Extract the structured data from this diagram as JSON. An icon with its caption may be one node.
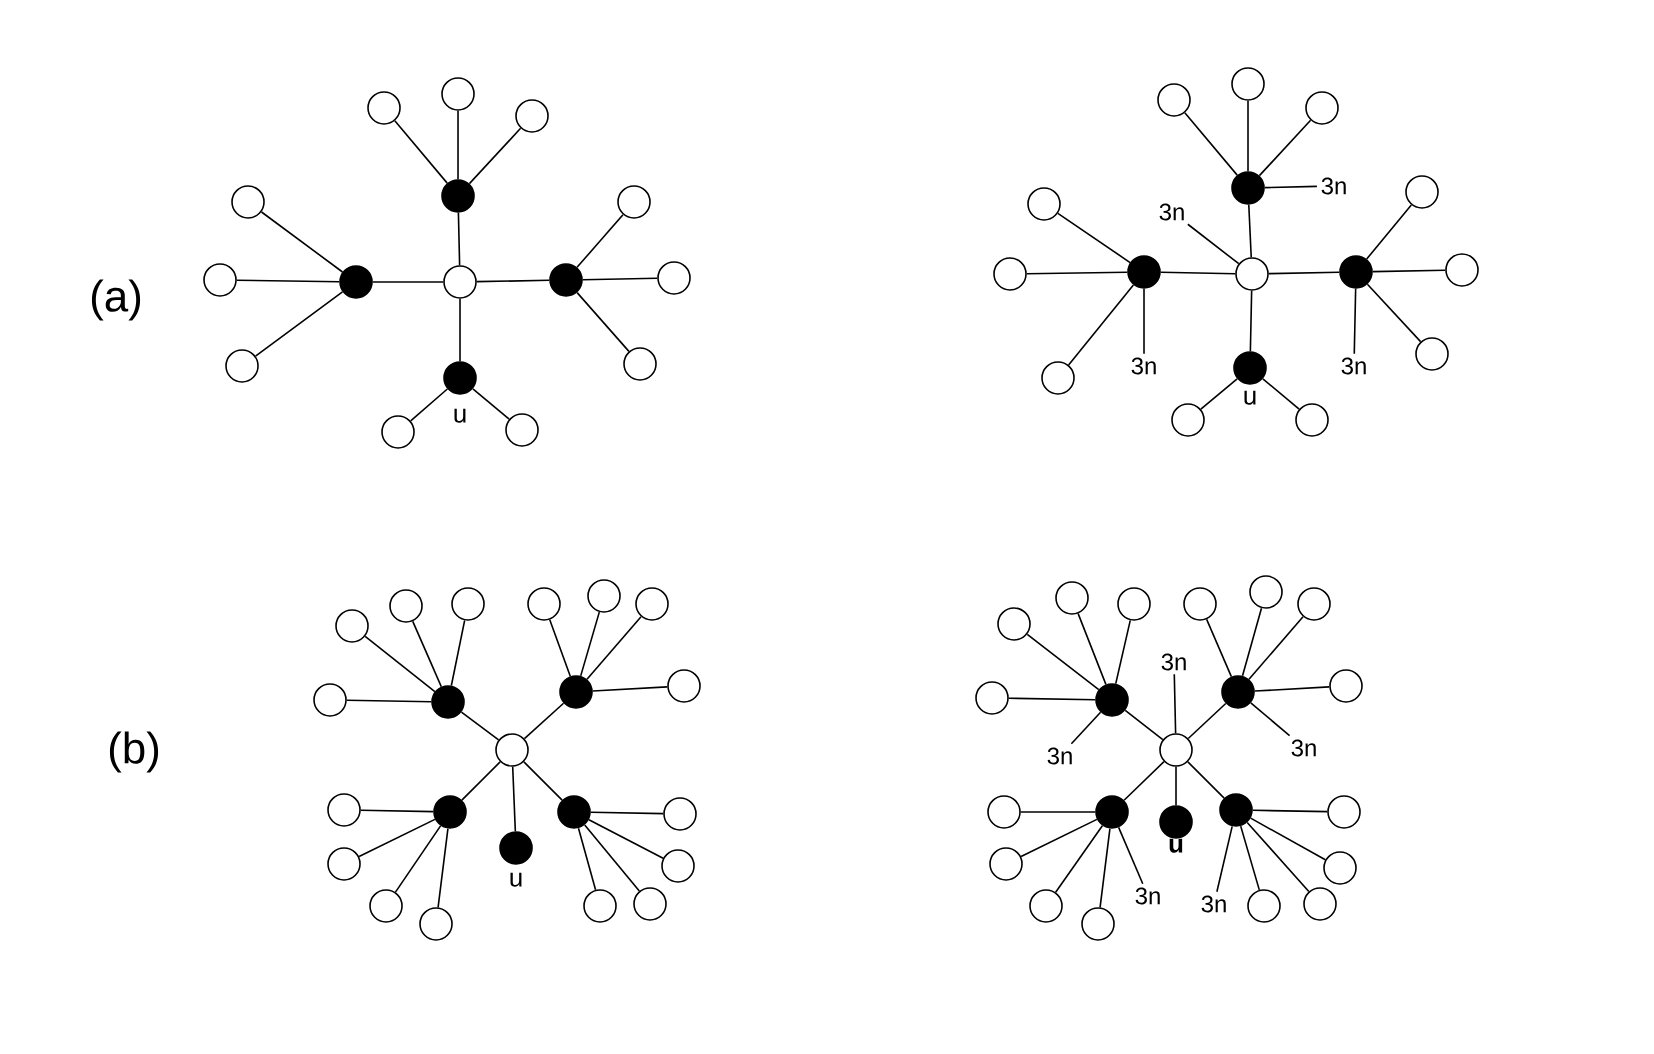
{
  "diagram": {
    "nodes": [
      {
        "text": [],
        "shape": "circle"
      },
      {
        "text": [],
        "shape": "dot"
      },
      {
        "text": [],
        "shape": "circle"
      },
      {
        "text": [],
        "shape": "circle"
      },
      {
        "text": [],
        "shape": "circle"
      },
      {
        "text": [],
        "shape": "dot"
      },
      {
        "text": [],
        "shape": "circle"
      },
      {
        "text": [],
        "shape": "circle"
      },
      {
        "text": [],
        "shape": "circle"
      },
      {
        "text": [],
        "shape": "dot"
      },
      {
        "text": [],
        "shape": "circle"
      },
      {
        "text": [],
        "shape": "circle"
      },
      {
        "text": [],
        "shape": "circle"
      },
      {
        "text": [],
        "shape": "dot",
        "beside": [
          "u"
        ]
      },
      {
        "text": [],
        "shape": "circle"
      },
      {
        "text": [],
        "shape": "circle"
      },
      {
        "text": [],
        "shape": "circle"
      },
      {
        "text": [],
        "shape": "dot"
      },
      {
        "text": [],
        "shape": "circle"
      },
      {
        "text": [],
        "shape": "circle"
      },
      {
        "text": [],
        "shape": "circle"
      },
      {
        "text": [
          "3n"
        ]
      },
      {
        "text": [
          "3n"
        ]
      },
      {
        "text": [],
        "shape": "dot"
      },
      {
        "text": [],
        "shape": "circle"
      },
      {
        "text": [],
        "shape": "circle"
      },
      {
        "text": [],
        "shape": "circle"
      },
      {
        "text": [
          "3n"
        ]
      },
      {
        "text": [],
        "shape": "dot"
      },
      {
        "text": [],
        "shape": "circle"
      },
      {
        "text": [],
        "shape": "circle"
      },
      {
        "text": [],
        "shape": "circle"
      },
      {
        "text": [
          "3n"
        ]
      },
      {
        "text": [],
        "shape": "dot",
        "beside": [
          "u"
        ]
      },
      {
        "text": [],
        "shape": "circle"
      },
      {
        "text": [],
        "shape": "circle"
      },
      {
        "text": [],
        "shape": "circle"
      },
      {
        "text": [],
        "shape": "dot"
      },
      {
        "text": [],
        "shape": "circle"
      },
      {
        "text": [],
        "shape": "circle"
      },
      {
        "text": [],
        "shape": "circle"
      },
      {
        "text": [],
        "shape": "circle"
      },
      {
        "text": [],
        "shape": "dot"
      },
      {
        "text": [],
        "shape": "circle"
      },
      {
        "text": [],
        "shape": "circle"
      },
      {
        "text": [],
        "shape": "circle"
      },
      {
        "text": [],
        "shape": "circle"
      },
      {
        "text": [],
        "shape": "dot"
      },
      {
        "text": [],
        "shape": "circle"
      },
      {
        "text": [],
        "shape": "circle"
      },
      {
        "text": [],
        "shape": "circle"
      },
      {
        "text": [],
        "shape": "circle"
      },
      {
        "text": [],
        "shape": "dot"
      },
      {
        "text": [],
        "shape": "circle"
      },
      {
        "text": [],
        "shape": "circle"
      },
      {
        "text": [],
        "shape": "circle"
      },
      {
        "text": [],
        "shape": "circle"
      },
      {
        "text": [],
        "shape": "dot",
        "beside": [
          "u"
        ]
      },
      {
        "text": [],
        "shape": "circle"
      },
      {
        "text": [
          "3n"
        ]
      },
      {
        "text": [],
        "shape": "dot"
      },
      {
        "text": [],
        "shape": "circle"
      },
      {
        "text": [],
        "shape": "circle"
      },
      {
        "text": [],
        "shape": "circle"
      },
      {
        "text": [],
        "shape": "circle"
      },
      {
        "text": [
          "3n"
        ]
      },
      {
        "text": [],
        "shape": "dot"
      },
      {
        "text": [],
        "shape": "circle"
      },
      {
        "text": [],
        "shape": "circle"
      },
      {
        "text": [],
        "shape": "circle"
      },
      {
        "text": [],
        "shape": "circle"
      },
      {
        "text": [
          "3n"
        ]
      },
      {
        "text": [],
        "shape": "dot"
      },
      {
        "text": [],
        "shape": "circle"
      },
      {
        "text": [],
        "shape": "circle"
      },
      {
        "text": [],
        "shape": "circle"
      },
      {
        "text": [],
        "shape": "circle"
      },
      {
        "text": [
          "3n"
        ]
      },
      {
        "text": [],
        "shape": "dot"
      },
      {
        "text": [],
        "shape": "circle"
      },
      {
        "text": [],
        "shape": "circle"
      },
      {
        "text": [],
        "shape": "circle"
      },
      {
        "text": [],
        "shape": "circle"
      },
      {
        "text": [
          "3n"
        ]
      },
      {
        "text": [],
        "shape": "dot",
        "beside": [
          "u"
        ]
      }
    ],
    "edges": [
      {
        "from": 0,
        "to": 1,
        "arrow": "none"
      },
      {
        "from": 1,
        "to": 2,
        "arrow": "none"
      },
      {
        "from": 1,
        "to": 3,
        "arrow": "none"
      },
      {
        "from": 1,
        "to": 4,
        "arrow": "none"
      },
      {
        "from": 0,
        "to": 5,
        "arrow": "none"
      },
      {
        "from": 5,
        "to": 6,
        "arrow": "none"
      },
      {
        "from": 5,
        "to": 7,
        "arrow": "none"
      },
      {
        "from": 5,
        "to": 8,
        "arrow": "none"
      },
      {
        "from": 0,
        "to": 9,
        "arrow": "none"
      },
      {
        "from": 9,
        "to": 10,
        "arrow": "none"
      },
      {
        "from": 9,
        "to": 11,
        "arrow": "none"
      },
      {
        "from": 9,
        "to": 12,
        "arrow": "none"
      },
      {
        "from": 0,
        "to": 13,
        "arrow": "none"
      },
      {
        "from": 13,
        "to": 14,
        "arrow": "none"
      },
      {
        "from": 13,
        "to": 15,
        "arrow": "none"
      },
      {
        "from": 16,
        "to": 17,
        "arrow": "none"
      },
      {
        "from": 17,
        "to": 18,
        "arrow": "none"
      },
      {
        "from": 17,
        "to": 19,
        "arrow": "none"
      },
      {
        "from": 17,
        "to": 20,
        "arrow": "none"
      },
      {
        "from": 17,
        "to": 21,
        "arrow": "none"
      },
      {
        "from": 16,
        "to": 22,
        "arrow": "none"
      },
      {
        "from": 16,
        "to": 23,
        "arrow": "none"
      },
      {
        "from": 23,
        "to": 24,
        "arrow": "none"
      },
      {
        "from": 23,
        "to": 25,
        "arrow": "none"
      },
      {
        "from": 23,
        "to": 26,
        "arrow": "none"
      },
      {
        "from": 23,
        "to": 27,
        "arrow": "none"
      },
      {
        "from": 16,
        "to": 28,
        "arrow": "none"
      },
      {
        "from": 28,
        "to": 29,
        "arrow": "none"
      },
      {
        "from": 28,
        "to": 30,
        "arrow": "none"
      },
      {
        "from": 28,
        "to": 31,
        "arrow": "none"
      },
      {
        "from": 28,
        "to": 32,
        "arrow": "none"
      },
      {
        "from": 16,
        "to": 33,
        "arrow": "none"
      },
      {
        "from": 33,
        "to": 34,
        "arrow": "none"
      },
      {
        "from": 33,
        "to": 35,
        "arrow": "none"
      },
      {
        "from": 36,
        "to": 37,
        "arrow": "none"
      },
      {
        "from": 37,
        "to": 38,
        "arrow": "none"
      },
      {
        "from": 37,
        "to": 39,
        "arrow": "none"
      },
      {
        "from": 37,
        "to": 40,
        "arrow": "none"
      },
      {
        "from": 37,
        "to": 41,
        "arrow": "none"
      },
      {
        "from": 36,
        "to": 42,
        "arrow": "none"
      },
      {
        "from": 42,
        "to": 43,
        "arrow": "none"
      },
      {
        "from": 42,
        "to": 44,
        "arrow": "none"
      },
      {
        "from": 42,
        "to": 45,
        "arrow": "none"
      },
      {
        "from": 42,
        "to": 46,
        "arrow": "none"
      },
      {
        "from": 36,
        "to": 47,
        "arrow": "none"
      },
      {
        "from": 47,
        "to": 48,
        "arrow": "none"
      },
      {
        "from": 47,
        "to": 49,
        "arrow": "none"
      },
      {
        "from": 47,
        "to": 50,
        "arrow": "none"
      },
      {
        "from": 47,
        "to": 51,
        "arrow": "none"
      },
      {
        "from": 36,
        "to": 52,
        "arrow": "none"
      },
      {
        "from": 52,
        "to": 53,
        "arrow": "none"
      },
      {
        "from": 52,
        "to": 54,
        "arrow": "none"
      },
      {
        "from": 52,
        "to": 55,
        "arrow": "none"
      },
      {
        "from": 52,
        "to": 56,
        "arrow": "none"
      },
      {
        "from": 36,
        "to": 57,
        "arrow": "none"
      },
      {
        "from": 58,
        "to": 59,
        "arrow": "none"
      },
      {
        "from": 58,
        "to": 60,
        "arrow": "none"
      },
      {
        "from": 60,
        "to": 61,
        "arrow": "none"
      },
      {
        "from": 60,
        "to": 62,
        "arrow": "none"
      },
      {
        "from": 60,
        "to": 63,
        "arrow": "none"
      },
      {
        "from": 60,
        "to": 64,
        "arrow": "none"
      },
      {
        "from": 60,
        "to": 65,
        "arrow": "none"
      },
      {
        "from": 58,
        "to": 66,
        "arrow": "none"
      },
      {
        "from": 66,
        "to": 67,
        "arrow": "none"
      },
      {
        "from": 66,
        "to": 68,
        "arrow": "none"
      },
      {
        "from": 66,
        "to": 69,
        "arrow": "none"
      },
      {
        "from": 66,
        "to": 70,
        "arrow": "none"
      },
      {
        "from": 66,
        "to": 71,
        "arrow": "none"
      },
      {
        "from": 58,
        "to": 72,
        "arrow": "none"
      },
      {
        "from": 72,
        "to": 73,
        "arrow": "none"
      },
      {
        "from": 72,
        "to": 74,
        "arrow": "none"
      },
      {
        "from": 72,
        "to": 75,
        "arrow": "none"
      },
      {
        "from": 72,
        "to": 76,
        "arrow": "none"
      },
      {
        "from": 72,
        "to": 77,
        "arrow": "none"
      },
      {
        "from": 58,
        "to": 78,
        "arrow": "none"
      },
      {
        "from": 78,
        "to": 79,
        "arrow": "none"
      },
      {
        "from": 78,
        "to": 80,
        "arrow": "none"
      },
      {
        "from": 78,
        "to": 81,
        "arrow": "none"
      },
      {
        "from": 78,
        "to": 82,
        "arrow": "none"
      },
      {
        "from": 78,
        "to": 83,
        "arrow": "none"
      },
      {
        "from": 58,
        "to": 84,
        "arrow": "none"
      }
    ],
    "labels": [
      "(a)",
      "(b)"
    ]
  }
}
